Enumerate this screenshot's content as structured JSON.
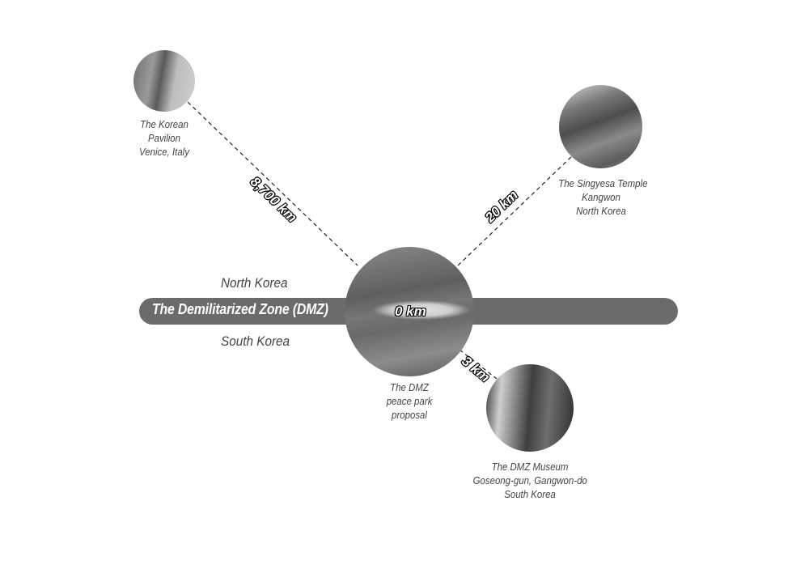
{
  "diagram": {
    "zone_bar": {
      "label": "The Demilitarized Zone (DMZ)",
      "color": "#6b6b6c"
    },
    "regions": {
      "north": "North Korea",
      "south": "South Korea"
    },
    "center": {
      "distance": "0 km",
      "caption": [
        "The DMZ",
        "peace park",
        "proposal"
      ]
    },
    "sites": [
      {
        "id": "korean-pavilion",
        "distance": "8,700 km",
        "caption": [
          "The Korean",
          "Pavilion",
          "Venice, Italy"
        ]
      },
      {
        "id": "singyesa-temple",
        "distance": "20 km",
        "caption": [
          "The Singyesa Temple",
          "Kangwon",
          "North Korea"
        ]
      },
      {
        "id": "dmz-museum",
        "distance": "3 km",
        "caption": [
          "The DMZ Museum",
          "Goseong-gun, Gangwon-do",
          "South Korea"
        ]
      }
    ]
  }
}
